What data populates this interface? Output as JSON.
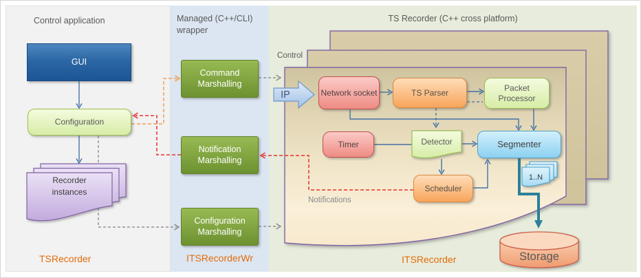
{
  "panels": {
    "control_app": {
      "title": "Control application",
      "footer": "TSRecorder"
    },
    "wrapper": {
      "title_line1": "Managed (C++/CLI)",
      "title_line2": "wrapper",
      "footer": "ITSRecorderWr"
    },
    "ts_recorder": {
      "title": "TS Recorder (C++ cross platform)",
      "footer": "ITSRecorder",
      "stack_label": "Control",
      "notifications_label": "Notifications"
    }
  },
  "nodes": {
    "gui": "GUI",
    "configuration": "Configuration",
    "recorder_instances_line1": "Recorder",
    "recorder_instances_line2": "instances",
    "command_marshalling": "Command Marshalling",
    "notification_marshalling": "Notification Marshalling",
    "configuration_marshalling": "Configuration Marshalling",
    "ip": "IP",
    "network_socket": "Network socket",
    "ts_parser": "TS Parser",
    "packet_processor": "Packet Processor",
    "timer": "Timer",
    "detector": "Detector",
    "scheduler": "Scheduler",
    "segmenter": "Segmenter",
    "instances_badge": "1..N",
    "storage": "Storage"
  },
  "colors": {
    "panel_left_bg": "#f2f2f2",
    "panel_mid_bg": "#dce6f2",
    "panel_right_bg": "#e7ecdc",
    "accent_orange_label": "#e36c0a",
    "title_gray": "#595959",
    "gui_blue": "#2c67a5",
    "marshalling_green": "#77933c",
    "node_green": "#d6eda6",
    "node_pink": "#ee8c84",
    "node_orange": "#f8a55c",
    "segmenter_blue": "#8cd1f0",
    "recorder_purple": "#c5aede",
    "stack_tan": "#d4c9a3",
    "doc_cream": "#f9eed5",
    "storage_salmon": "#f4b48d",
    "arrow_blue": "#4472a4",
    "arrow_gray": "#7f7f7f",
    "arrow_red": "#e63329",
    "arrow_orange": "#f0a058",
    "arrow_teal": "#2b7f9b",
    "shape_border_purple": "#8064a2"
  }
}
